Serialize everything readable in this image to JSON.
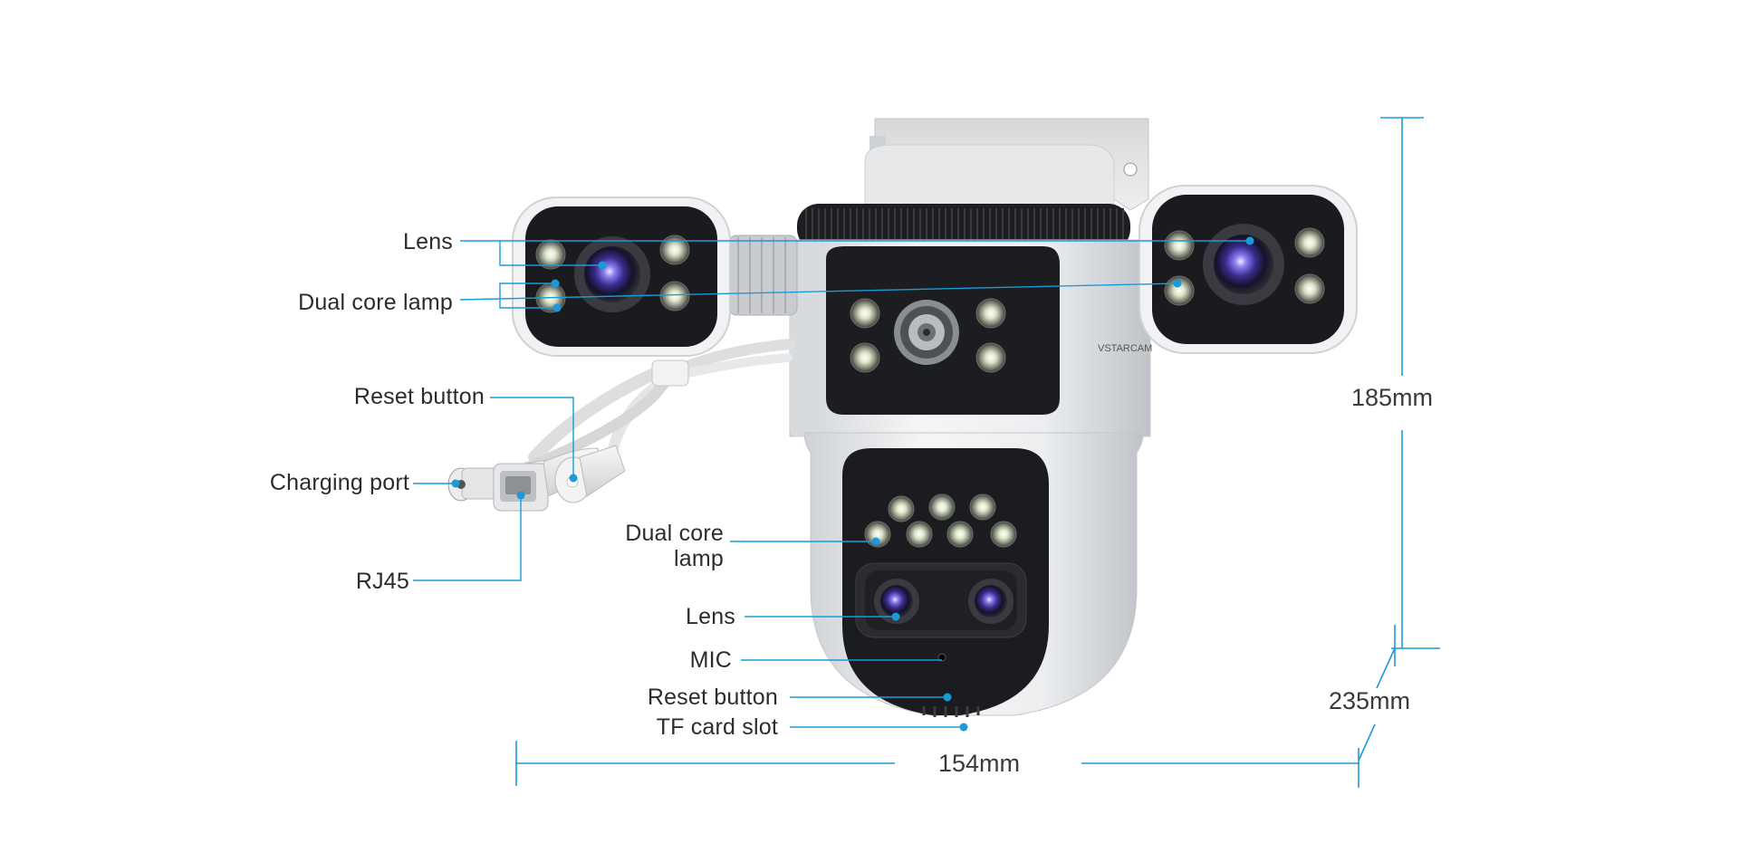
{
  "brand": "VSTARCAM",
  "colors": {
    "callout": "#1a9bd7",
    "body": "#e9ebee",
    "dark": "#1e1f22",
    "lens_glow": "#5b4fcf"
  },
  "callouts": {
    "lens_top": "Lens",
    "dual_lamp_top": "Dual core lamp",
    "reset_cable": "Reset button",
    "charging_port": "Charging port",
    "rj45": "RJ45",
    "dual_lamp_bottom_1": "Dual core",
    "dual_lamp_bottom_2": "lamp",
    "lens_bottom": "Lens",
    "mic": "MIC",
    "reset_bottom": "Reset button",
    "tf_card": "TF card slot"
  },
  "dimensions": {
    "height": "185mm",
    "depth": "235mm",
    "width": "154mm"
  }
}
